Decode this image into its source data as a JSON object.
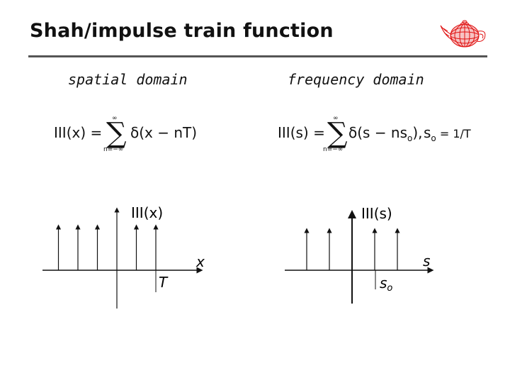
{
  "slide": {
    "title": "Shah/impulse train function",
    "logo_icon": "teapot-wireframe-icon"
  },
  "spatial": {
    "heading": "spatial domain",
    "equation": {
      "lhs": "III(x) =",
      "sum_symbol": "∑",
      "upper_limit": "∞",
      "lower_limit": "n=−∞",
      "term": "δ(x − nT)"
    },
    "plot": {
      "function_label": "III(x)",
      "axis_label": "x",
      "spacing_label": "T",
      "impulses_left_of_origin": 3,
      "impulses_right_of_origin": 2
    }
  },
  "frequency": {
    "heading": "frequency domain",
    "equation": {
      "lhs": "III(s) =",
      "sum_symbol": "∑",
      "upper_limit": "∞",
      "lower_limit": "n=−∞",
      "term": "δ(s − ns",
      "term_sub": "o",
      "term_close": "),",
      "side_var": "s",
      "side_sub": "o",
      "side_eq": " = 1/T"
    },
    "plot": {
      "function_label": "III(s)",
      "axis_label": "s",
      "spacing_label": "s",
      "spacing_sub": "o",
      "impulses_left_of_origin": 2,
      "impulses_right_of_origin": 2
    }
  },
  "colors": {
    "text": "#111111",
    "rule": "#555555",
    "logo": "#e01010"
  }
}
